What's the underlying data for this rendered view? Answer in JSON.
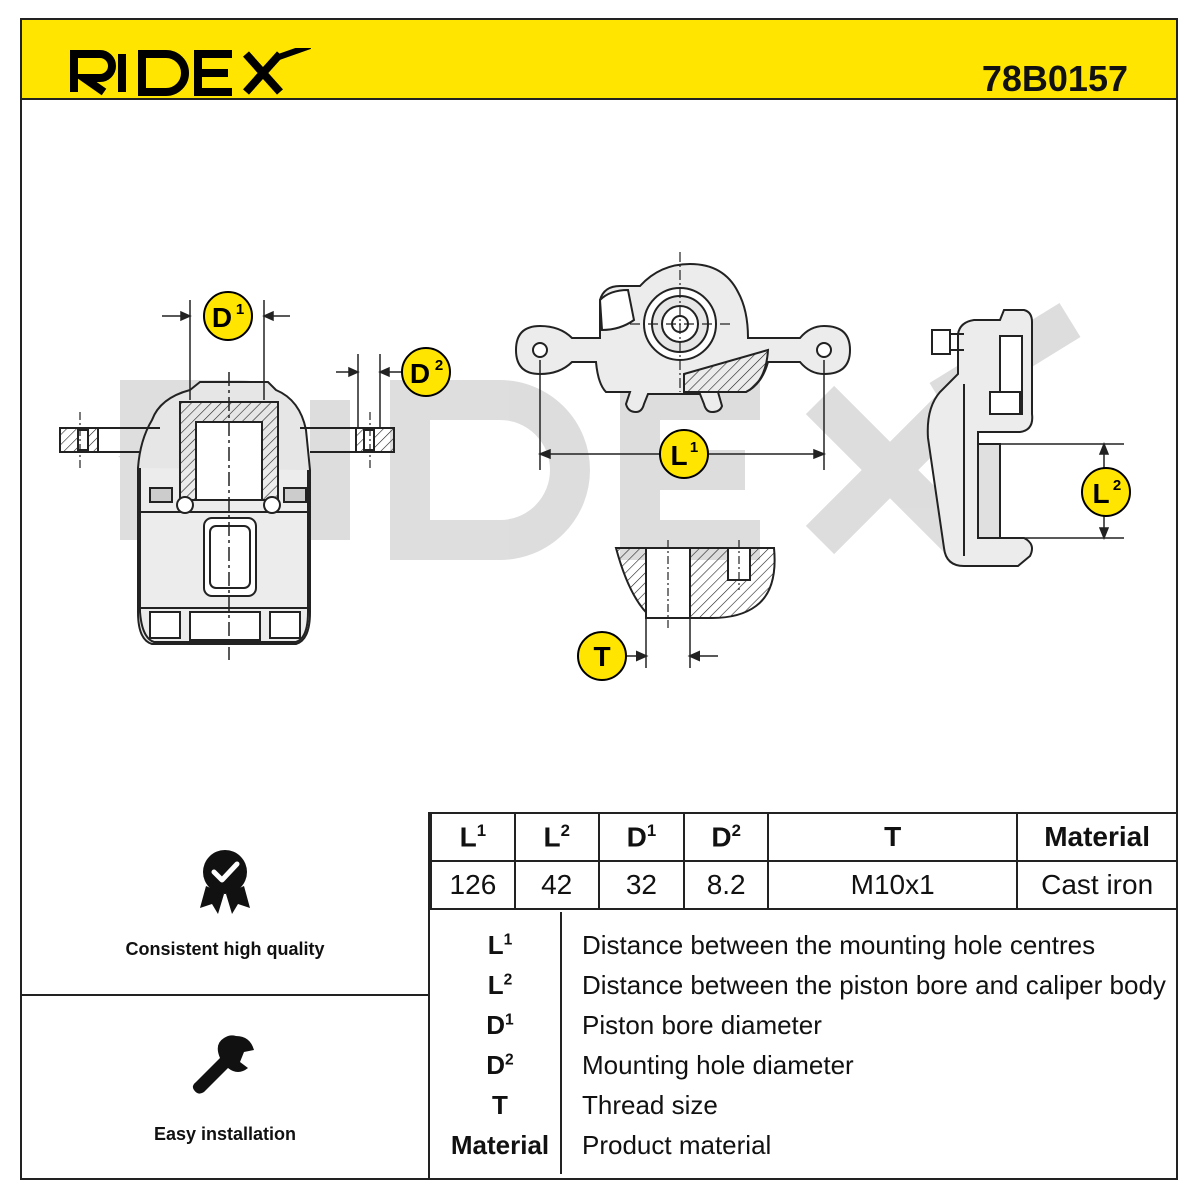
{
  "header": {
    "brand": "RIDEX",
    "part_number": "78B0157",
    "brand_color": "#000000",
    "header_bg": "#ffe500"
  },
  "drawing": {
    "watermark": "RIDEX",
    "dimension_labels": {
      "d1": "D",
      "d1_sup": "1",
      "d2": "D",
      "d2_sup": "2",
      "l1": "L",
      "l1_sup": "1",
      "l2": "L",
      "l2_sup": "2",
      "t": "T"
    },
    "label_badge_color": "#ffe500"
  },
  "features": [
    {
      "icon": "quality-badge-icon",
      "label": "Consistent high quality"
    },
    {
      "icon": "wrench-icon",
      "label": "Easy installation"
    }
  ],
  "spec_table": {
    "headers": [
      {
        "main": "L",
        "sup": "1"
      },
      {
        "main": "L",
        "sup": "2"
      },
      {
        "main": "D",
        "sup": "1"
      },
      {
        "main": "D",
        "sup": "2"
      },
      {
        "main": "T",
        "sup": ""
      },
      {
        "main": "Material",
        "sup": ""
      }
    ],
    "values": [
      "126",
      "42",
      "32",
      "8.2",
      "M10x1",
      "Cast iron"
    ]
  },
  "legend": [
    {
      "key": "L",
      "sup": "1",
      "desc": "Distance between the mounting hole centres"
    },
    {
      "key": "L",
      "sup": "2",
      "desc": "Distance between the piston bore and caliper body"
    },
    {
      "key": "D",
      "sup": "1",
      "desc": "Piston bore diameter"
    },
    {
      "key": "D",
      "sup": "2",
      "desc": "Mounting hole diameter"
    },
    {
      "key": "T",
      "sup": "",
      "desc": "Thread size"
    },
    {
      "key": "Material",
      "sup": "",
      "desc": "Product material"
    }
  ]
}
